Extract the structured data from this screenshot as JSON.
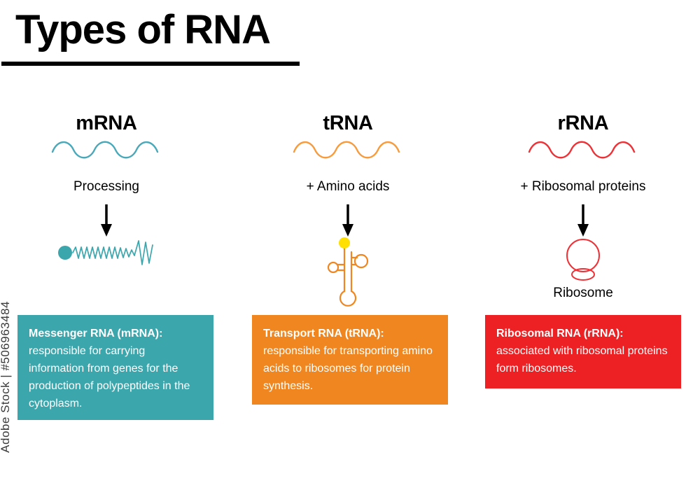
{
  "title": {
    "text": "Types of RNA"
  },
  "colors": {
    "mrna": "#3CA6AD",
    "trna": "#F0861F",
    "rrna": "#ED2024",
    "mrna_stroke": "#4BA8B8",
    "trna_stroke": "#F79B3C",
    "rrna_stroke": "#ED3237",
    "amino_acid_dot": "#FFE000",
    "arrow": "#000000",
    "text": "#000000",
    "background": "#FFFFFF"
  },
  "columns": [
    {
      "id": "mrna",
      "title": "mRNA",
      "wave_icon": "rna-wave-icon",
      "step_label": "Processing",
      "arrow_icon": "down-arrow-icon",
      "product_icon": "processed-mrna-icon",
      "product_label": ""
    },
    {
      "id": "trna",
      "title": "tRNA",
      "wave_icon": "rna-wave-icon",
      "step_label": "+ Amino acids",
      "arrow_icon": "down-arrow-icon",
      "product_icon": "trna-cloverleaf-icon",
      "product_label": ""
    },
    {
      "id": "rrna",
      "title": "rRNA",
      "wave_icon": "rna-wave-icon",
      "step_label": "+ Ribosomal proteins",
      "arrow_icon": "down-arrow-icon",
      "product_icon": "ribosome-icon",
      "product_label": "Ribosome"
    }
  ],
  "captions": [
    {
      "id": "mrna",
      "lead": "Messenger RNA (mRNA):",
      "body": "responsible for carrying information from genes for the production of polypeptides in the cytoplasm.",
      "color": "#3CA6AD"
    },
    {
      "id": "trna",
      "lead": "Transport RNA (tRNA):",
      "body": "responsible for transporting amino acids to ribosomes for protein synthesis.",
      "color": "#F0861F"
    },
    {
      "id": "rrna",
      "lead": "Ribosomal RNA (rRNA):",
      "body": "associated with ribosomal proteins form ribosomes.",
      "color": "#ED2024"
    }
  ],
  "watermark": {
    "text": "Adobe Stock | #506963484"
  }
}
